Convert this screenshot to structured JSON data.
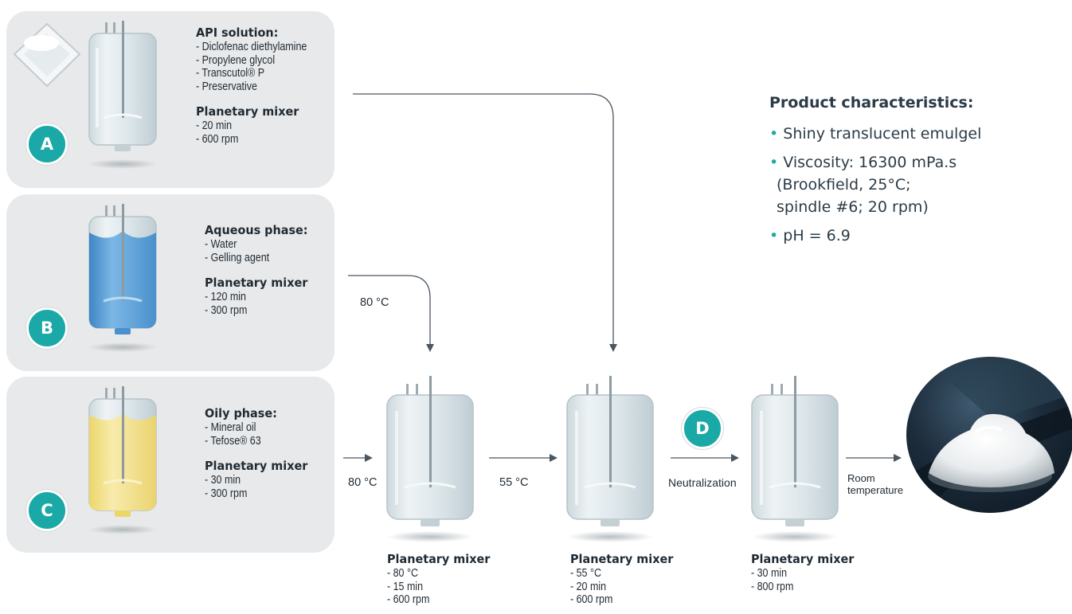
{
  "steps": {
    "a": {
      "badge": "A",
      "title": "API solution:",
      "items": [
        "- Diclofenac diethylamine",
        "- Propylene glycol",
        "- Transcutol® P",
        "- Preservative"
      ],
      "mixer_title": "Planetary mixer",
      "mixer_items": [
        "- 20 min",
        "- 600 rpm"
      ]
    },
    "b": {
      "badge": "B",
      "title": "Aqueous phase:",
      "items": [
        "- Water",
        "- Gelling agent"
      ],
      "mixer_title": "Planetary mixer",
      "mixer_items": [
        "- 120 min",
        "- 300 rpm"
      ]
    },
    "c": {
      "badge": "C",
      "title": "Oily phase:",
      "items": [
        "- Mineral oil",
        "- Tefose® 63"
      ],
      "mixer_title": "Planetary mixer",
      "mixer_items": [
        "- 30 min",
        "- 300 rpm"
      ]
    }
  },
  "flow": {
    "b_temp": "80 °C",
    "c_temp": "80 °C",
    "mid_temp": "55 °C",
    "d_badge": "D",
    "neutralization": "Neutralization",
    "room_line1": "Room",
    "room_line2": "temperature"
  },
  "mixers": [
    {
      "title": "Planetary mixer",
      "items": [
        "- 80 °C",
        "- 15 min",
        "- 600 rpm"
      ]
    },
    {
      "title": "Planetary mixer",
      "items": [
        "- 55 °C",
        "- 20 min",
        "- 600 rpm"
      ]
    },
    {
      "title": "Planetary mixer",
      "items": [
        "- 30 min",
        "- 800 rpm"
      ]
    }
  ],
  "product": {
    "title": "Product characteristics:",
    "bullet": "•",
    "item1": "Shiny translucent emulgel",
    "item2_line1": "Viscosity: 16300 mPa.s",
    "item2_line2": "(Brookfield, 25°C;",
    "item2_line3": "spindle #6; 20 rpm)",
    "item3": "pH = 6.9"
  },
  "colors": {
    "accent": "#1aa9a6",
    "panel": "#e8e9ea",
    "arrow": "#4a5660",
    "aqueous": "#5b9fd6",
    "oily": "#f1de7e"
  }
}
